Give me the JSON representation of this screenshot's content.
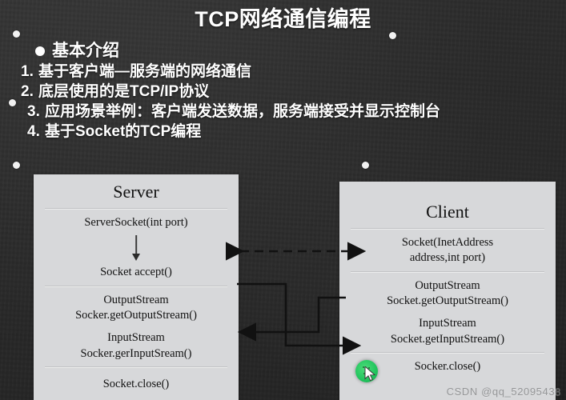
{
  "slide": {
    "title": "TCP网络通信编程",
    "background_color": "#2b2b2b",
    "panel_color": "#d7d8da"
  },
  "bullets": {
    "heading": "基本介绍",
    "items": [
      {
        "num": "1.",
        "text": "基于客户端—服务端的网络通信"
      },
      {
        "num": "2.",
        "text": "底层使用的是TCP/IP协议"
      },
      {
        "num": "3.",
        "text": "应用场景举例：客户端发送数据，服务端接受并显示控制台"
      },
      {
        "num": "4.",
        "text": "基于Socket的TCP编程"
      }
    ]
  },
  "server_panel": {
    "title": "Server",
    "rows": [
      "ServerSocket(int port)",
      "Socket accept()",
      "OutputStream",
      "Socker.getOutputStream()",
      "InputStream",
      "Socker.gerInputSream()",
      "Socket.close()"
    ]
  },
  "client_panel": {
    "title": "Client",
    "rows": [
      "Socket(InetAddress",
      "address,int port)",
      "OutputStream",
      "Socket.getOutputStream()",
      "InputStream",
      "Socket.getInputStream()",
      "Socker.close()"
    ]
  },
  "connectors": [
    {
      "name": "connect-request",
      "style": "dashed",
      "direction": "both"
    },
    {
      "name": "server-output-to-client-input",
      "style": "solid",
      "direction": "right"
    },
    {
      "name": "client-output-to-server-input",
      "style": "solid",
      "direction": "left"
    }
  ],
  "watermark": {
    "text": "CSDN @qq_52095438"
  },
  "cursor": {
    "type": "pointer-arrow",
    "highlight_color": "#22c55e"
  }
}
